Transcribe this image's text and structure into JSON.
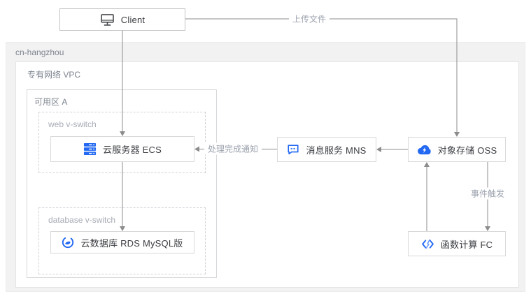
{
  "diagram": {
    "client": {
      "label": "Client"
    },
    "region": {
      "label": "cn-hangzhou"
    },
    "vpc": {
      "label": "专有网络 VPC"
    },
    "zone": {
      "label": "可用区 A"
    },
    "web_vswitch": {
      "label": "web v-switch"
    },
    "db_vswitch": {
      "label": "database v-switch"
    },
    "ecs": {
      "label": "云服务器 ECS"
    },
    "rds": {
      "label": "云数据库 RDS MySQL版"
    },
    "mns": {
      "label": "消息服务 MNS"
    },
    "oss": {
      "label": "对象存储 OSS"
    },
    "fc": {
      "label": "函数计算 FC"
    },
    "edges": {
      "upload": {
        "label": "上传文件"
      },
      "notify": {
        "label": "处理完成通知"
      },
      "trigger": {
        "label": "事件触发"
      }
    }
  },
  "colors": {
    "accent_blue": "#2268f2",
    "accent_blue_light": "#6fa2ff",
    "arrow_gray": "#8c8c8c",
    "region_bg": "#f2f2f3"
  }
}
